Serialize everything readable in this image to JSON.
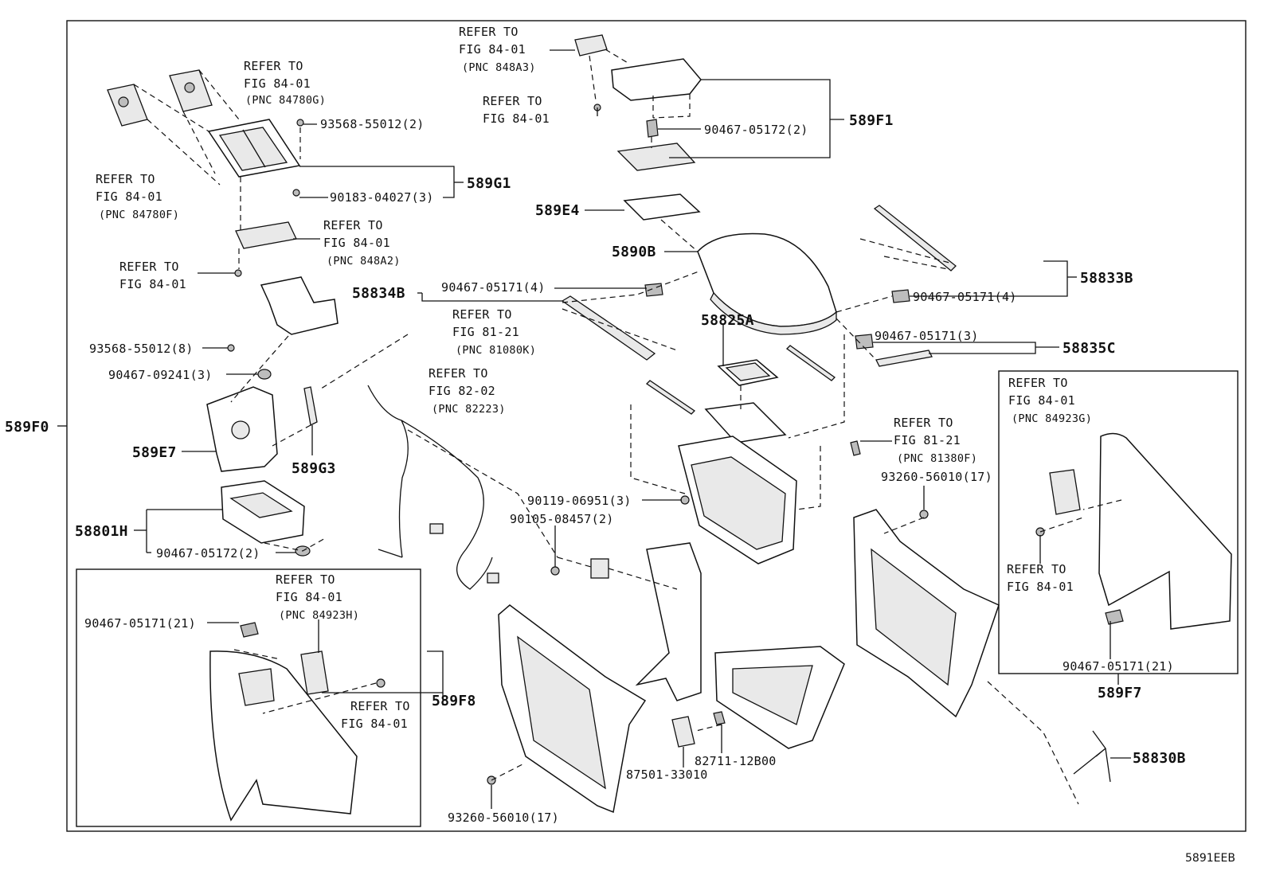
{
  "diagram_id": "5891EEB",
  "labels": {
    "r_84_01_848a3_l1": "REFER TO",
    "r_84_01_848a3_l2": "FIG 84-01",
    "r_84_01_848a3_l3": "(PNC 848A3)",
    "r_84_01_top_l1": "REFER TO",
    "r_84_01_top_l2": "FIG 84-01",
    "p_90467_05172_2_top": "90467-05172(2)",
    "a_589F1": "589F1",
    "r_84_01_84780g_l1": "REFER TO",
    "r_84_01_84780g_l2": "FIG 84-01",
    "r_84_01_84780g_l3": "(PNC 84780G)",
    "p_93568_55012_2": "93568-55012(2)",
    "r_84_01_84780f_l1": "REFER TO",
    "r_84_01_84780f_l2": "FIG 84-01",
    "r_84_01_84780f_l3": "(PNC 84780F)",
    "a_589G1": "589G1",
    "p_90183_04027_3": "90183-04027(3)",
    "a_589E4": "589E4",
    "r_84_01_848a2_l1": "REFER TO",
    "r_84_01_848a2_l2": "FIG 84-01",
    "r_84_01_848a2_l3": "(PNC 848A2)",
    "r_84_01_left_l1": "REFER TO",
    "r_84_01_left_l2": "FIG 84-01",
    "a_5890B": "5890B",
    "a_58834B": "58834B",
    "p_90467_05171_4_l": "90467-05171(4)",
    "p_90467_05171_4_r": "90467-05171(4)",
    "a_58833B": "58833B",
    "r_81_21_81080k_l1": "REFER TO",
    "r_81_21_81080k_l2": "FIG 81-21",
    "r_81_21_81080k_l3": "(PNC 81080K)",
    "a_58825A": "58825A",
    "p_90467_05171_3": "90467-05171(3)",
    "a_58835C": "58835C",
    "p_93568_55012_8": "93568-55012(8)",
    "p_90467_09241_3": "90467-09241(3)",
    "r_82_02_82223_l1": "REFER TO",
    "r_82_02_82223_l2": "FIG 82-02",
    "r_82_02_82223_l3": "(PNC 82223)",
    "r_84_01_84923g_l1": "REFER TO",
    "r_84_01_84923g_l2": "FIG 84-01",
    "r_84_01_84923g_l3": "(PNC 84923G)",
    "a_589F0": "589F0",
    "r_81_21_81380f_l1": "REFER TO",
    "r_81_21_81380f_l2": "FIG 81-21",
    "r_81_21_81380f_l3": "(PNC 81380F)",
    "a_589E7": "589E7",
    "a_589G3": "589G3",
    "p_93260_56010_17_r": "93260-56010(17)",
    "p_90119_06951_3": "90119-06951(3)",
    "p_90105_08457_2": "90105-08457(2)",
    "a_58801H": "58801H",
    "p_90467_05172_2_l": "90467-05172(2)",
    "r_84_01_f7_l1": "REFER TO",
    "r_84_01_f7_l2": "FIG 84-01",
    "r_84_01_84923h_l1": "REFER TO",
    "r_84_01_84923h_l2": "FIG 84-01",
    "r_84_01_84923h_l3": "(PNC 84923H)",
    "p_90467_05171_21_l": "90467-05171(21)",
    "p_90467_05171_21_r": "90467-05171(21)",
    "a_589F8": "589F8",
    "r_84_01_f8_l1": "REFER TO",
    "r_84_01_f8_l2": "FIG 84-01",
    "a_589F7": "589F7",
    "p_82711_12B00": "82711-12B00",
    "p_87501_33010": "87501-33010",
    "a_58830B": "58830B",
    "p_93260_56010_17_b": "93260-56010(17)"
  }
}
